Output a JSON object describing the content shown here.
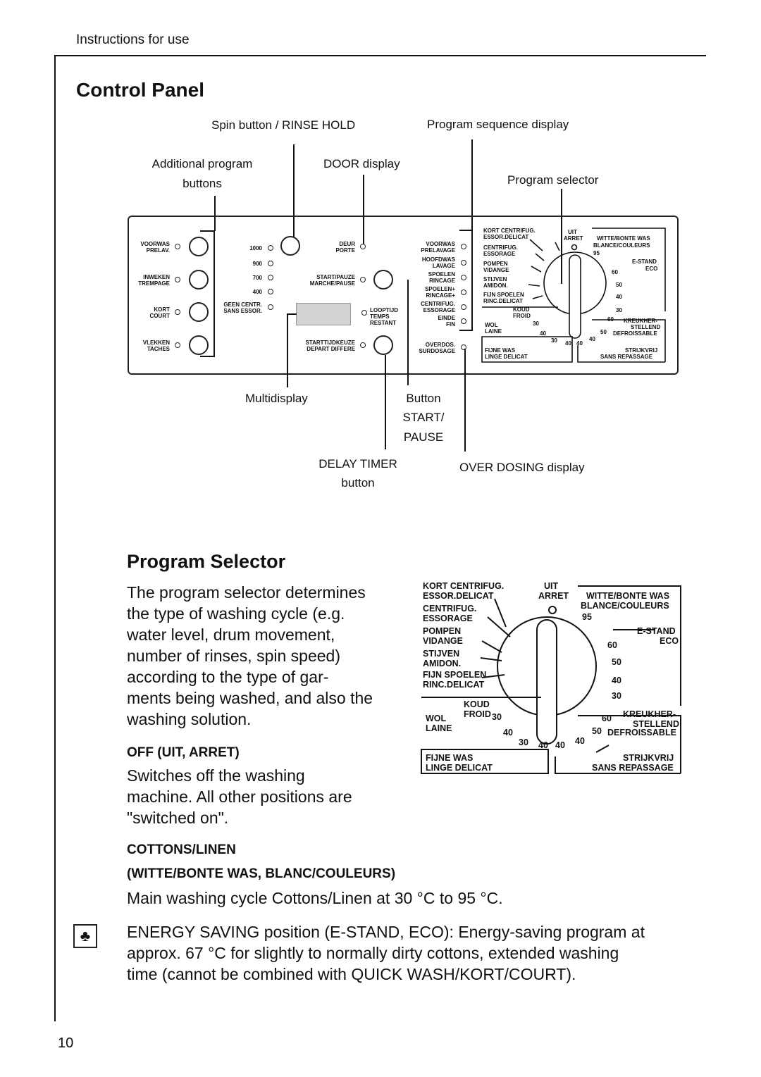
{
  "header": {
    "section": "Instructions for use",
    "page_number": "10"
  },
  "control_panel": {
    "title": "Control Panel",
    "callouts": {
      "spin_button": "Spin button / RINSE HOLD",
      "program_sequence_display": "Program sequence display",
      "additional_program_line1": "Additional program",
      "additional_program_line2": "buttons",
      "door_display": "DOOR display",
      "program_selector": "Program selector",
      "multidisplay": "Multidisplay",
      "start_line1": "Button",
      "start_line2": "START/",
      "start_line3": "PAUSE",
      "delay_line1": "DELAY TIMER",
      "delay_line2": "button",
      "over_dosing": "OVER DOSING display"
    },
    "left_buttons": [
      {
        "l1": "VOORWAS",
        "l2": "PRELAV."
      },
      {
        "l1": "INWEKEN",
        "l2": "TREMPAGE"
      },
      {
        "l1": "KORT",
        "l2": "COURT"
      },
      {
        "l1": "VLEKKEN",
        "l2": "TACHES"
      }
    ],
    "spin_speeds": [
      "1000",
      "900",
      "700",
      "400"
    ],
    "no_spin": {
      "l1": "GEEN CENTR.",
      "l2": "SANS ESSOR."
    },
    "door": {
      "l1": "DEUR",
      "l2": "PORTE"
    },
    "start_pause": {
      "l1": "START/PAUZE",
      "l2": "MARCHE/PAUSE"
    },
    "remaining": {
      "l1": "LOOPTIJD",
      "l2": "TEMPS",
      "l3": "RESTANT"
    },
    "delay": {
      "l1": "STARTTIJDKEUZE",
      "l2": "DEPART DIFFERE"
    },
    "sequence": [
      {
        "l1": "VOORWAS",
        "l2": "PRELAVAGE"
      },
      {
        "l1": "HOOFDWAS",
        "l2": "LAVAGE"
      },
      {
        "l1": "SPOELEN",
        "l2": "RINCAGE"
      },
      {
        "l1": "SPOELEN+",
        "l2": "RINCAGE+"
      },
      {
        "l1": "CENTRIFUG.",
        "l2": "ESSORAGE"
      },
      {
        "l1": "EINDE",
        "l2": "FIN"
      }
    ],
    "overdosing": {
      "l1": "OVERDOS.",
      "l2": "SURDOSAGE"
    }
  },
  "dial": {
    "kort_centrifug": "KORT CENTRIFUG.",
    "essor_delicat": "ESSOR.DELICAT",
    "centrifug": "CENTRIFUG.",
    "essorage": "ESSORAGE",
    "pompen": "POMPEN",
    "vidange": "VIDANGE",
    "stijven": "STIJVEN",
    "amidon": "AMIDON.",
    "fijn_spoelen": "FIJN SPOELEN",
    "rinc_delicat": "RINC.DELICAT",
    "koud": "KOUD",
    "froid": "FROID",
    "wol": "WOL",
    "laine": "LAINE",
    "uit": "UIT",
    "arret": "ARRET",
    "witte_bonte": "WITTE/BONTE WAS",
    "blance_couleurs": "BLANCE/COULEURS",
    "t95": "95",
    "e_stand": "E-STAND",
    "eco": "ECO",
    "t60": "60",
    "t50": "50",
    "t40": "40",
    "t30": "30",
    "kreukher": "KREUKHER-",
    "stellend": "STELLEND",
    "defroissable": "DEFROISSABLE",
    "fijne_was": "FIJNE WAS",
    "linge_delicat": "LINGE DELICAT",
    "strijkvrij": "STRIJKVRIJ",
    "sans_repassage": "SANS REPASSAGE"
  },
  "program_selector": {
    "title": "Program Selector",
    "intro_lines": [
      "The program selector determines",
      "the type of washing cycle (e.g.",
      "water level, drum movement,",
      "number of rinses, spin speed)",
      "according to the type of gar-",
      "ments being washed, and also the",
      "washing solution."
    ],
    "off_heading": "OFF (UIT, ARRET)",
    "off_lines": [
      "Switches off the washing",
      "machine. All other positions are",
      "\"switched on\"."
    ],
    "cottons_heading1": "COTTONS/LINEN",
    "cottons_heading2": "(WITTE/BONTE WAS, BLANC/COULEURS)",
    "cottons_text": "Main washing cycle Cottons/Linen at 30 °C to 95 °C.",
    "energy_lines": [
      "ENERGY SAVING position (E-STAND, ECO): Energy-saving program at",
      "approx. 67 °C for slightly to normally dirty cottons, extended washing",
      "time (cannot be combined with QUICK WASH/KORT/COURT)."
    ],
    "energy_icon": "clover-icon"
  }
}
